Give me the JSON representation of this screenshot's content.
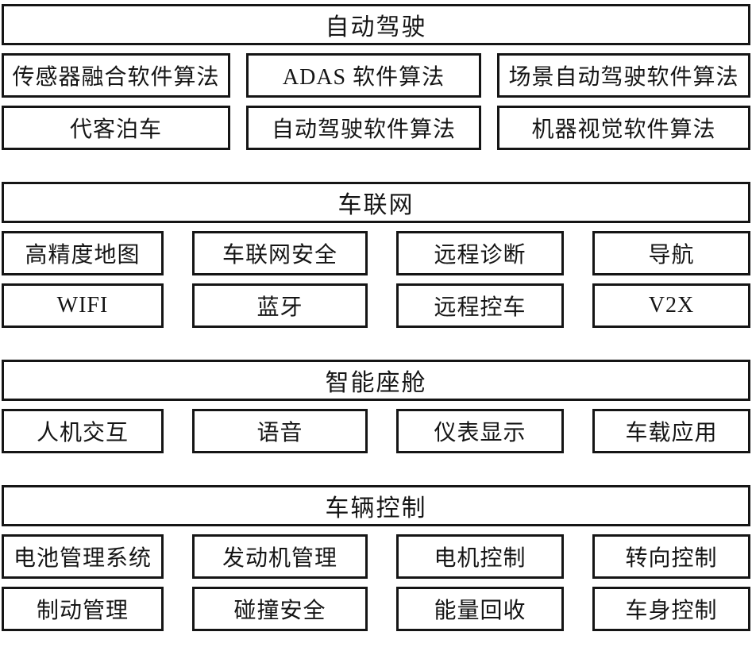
{
  "diagram": {
    "colors": {
      "border": "#151515",
      "text": "#151515",
      "background": "#ffffff"
    },
    "sections": [
      {
        "title": "自动驾驶",
        "rows": [
          [
            "传感器融合软件算法",
            "ADAS 软件算法",
            "场景自动驾驶软件算法"
          ],
          [
            "代客泊车",
            "自动驾驶软件算法",
            "机器视觉软件算法"
          ]
        ]
      },
      {
        "title": "车联网",
        "rows": [
          [
            "高精度地图",
            "车联网安全",
            "远程诊断",
            "导航"
          ],
          [
            "WIFI",
            "蓝牙",
            "远程控车",
            "V2X"
          ]
        ]
      },
      {
        "title": "智能座舱",
        "rows": [
          [
            "人机交互",
            "语音",
            "仪表显示",
            "车载应用"
          ]
        ]
      },
      {
        "title": "车辆控制",
        "rows": [
          [
            "电池管理系统",
            "发动机管理",
            "电机控制",
            "转向控制"
          ],
          [
            "制动管理",
            "碰撞安全",
            "能量回收",
            "车身控制"
          ]
        ]
      }
    ]
  }
}
